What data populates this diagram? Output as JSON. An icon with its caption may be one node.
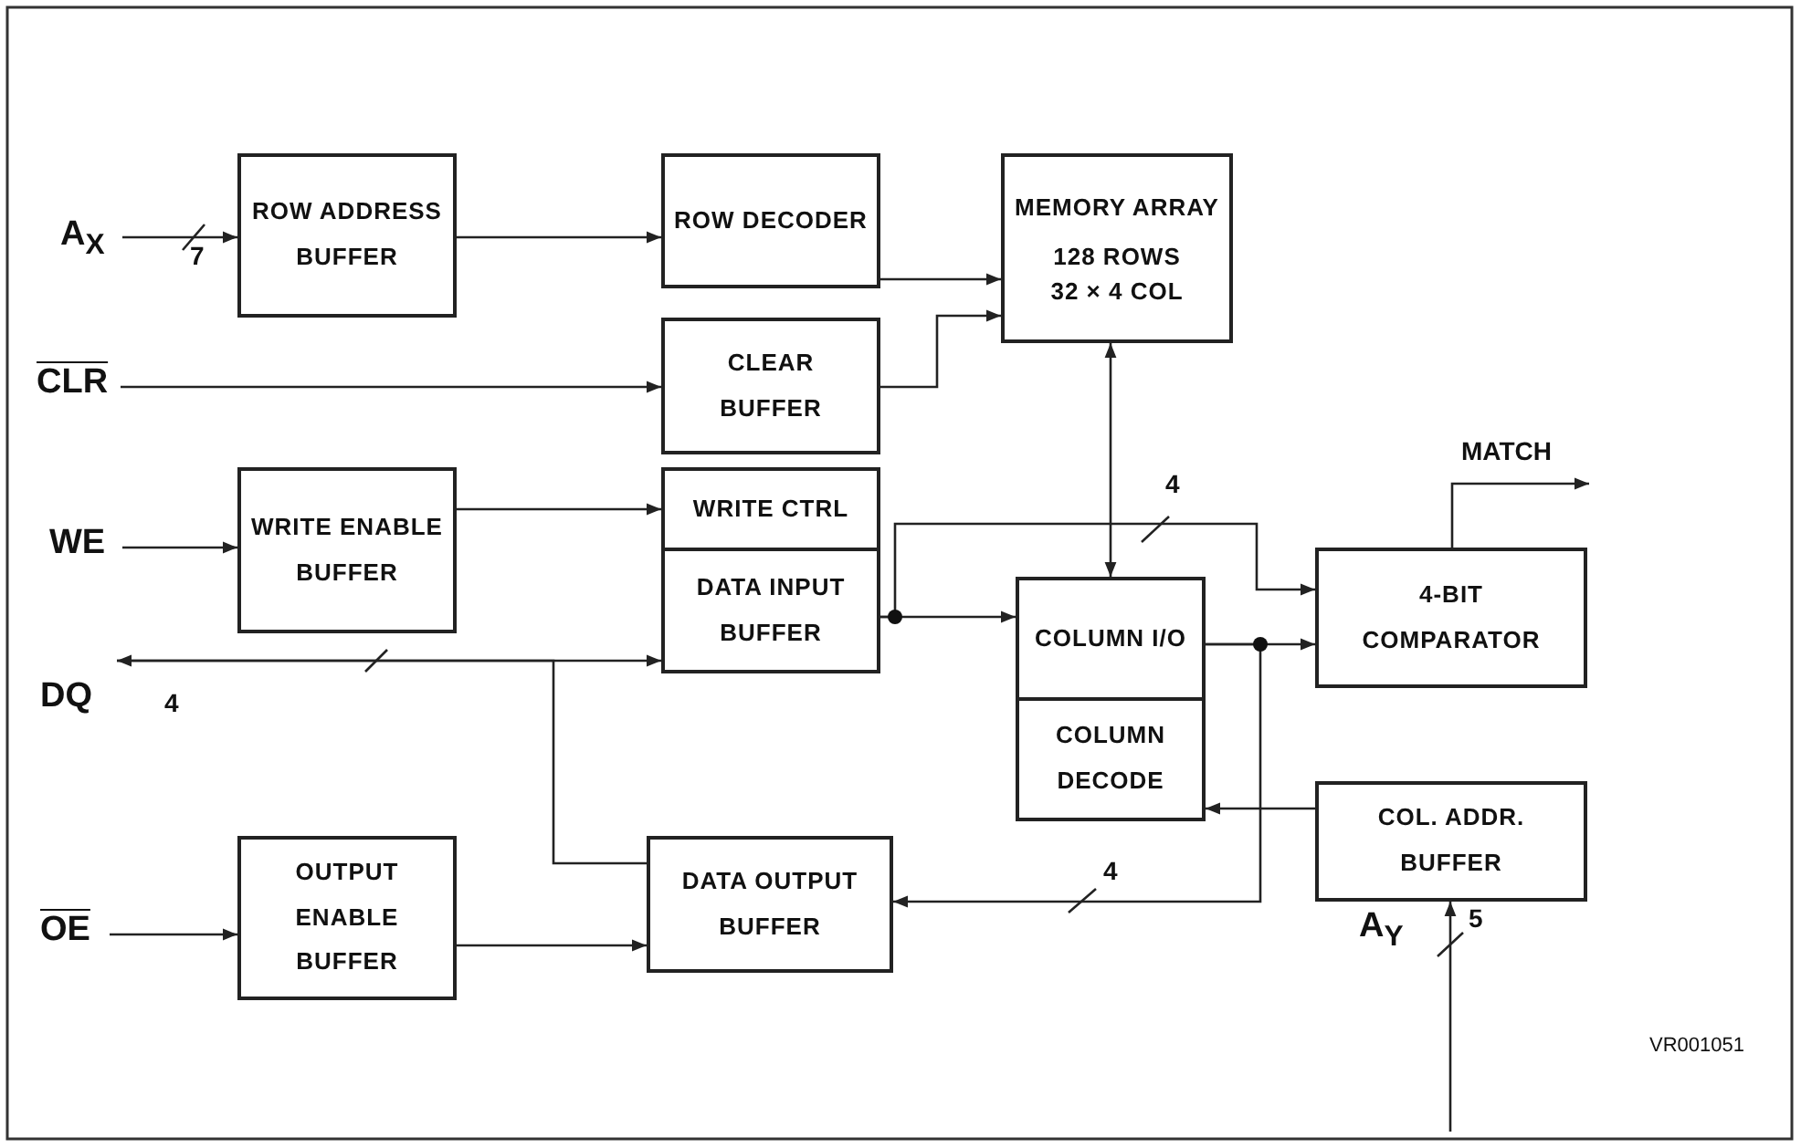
{
  "diagram": {
    "nodes": [
      {
        "text": [
          "A$_{X}$"
        ]
      },
      {
        "text": [
          "ROW ADDRESS BUFFER"
        ]
      },
      {
        "text": [
          "ROW DECODER"
        ]
      },
      {
        "text": [
          "MEMORY ARRAY",
          "128 ROWS 32 × 4 COL"
        ]
      },
      {
        "text": [
          "CLR"
        ]
      },
      {
        "text": [
          "CLEAR BUFFER"
        ]
      },
      {
        "text": [
          "WE"
        ]
      },
      {
        "text": [
          "WRITE ENABLE BUFFER"
        ]
      },
      {
        "text": [
          "WRITE CTRL"
        ]
      },
      {
        "text": [
          "DATA INPUT BUFFER"
        ]
      },
      {
        "text": [
          "DQ"
        ]
      },
      {
        "text": [
          "COLUMN I/O"
        ]
      },
      {
        "text": [
          "4-BIT COMPARATOR"
        ]
      },
      {
        "text": [
          "COLUMN DECODE"
        ]
      },
      {
        "text": [
          "COL. ADDR. BUFFER"
        ]
      },
      {
        "text": [
          "OE"
        ]
      },
      {
        "text": [
          "OUTPUT ENABLE BUFFER"
        ]
      },
      {
        "text": [
          "DATA OUTPUT BUFFER"
        ]
      }
    ],
    "edges": [
      {
        "from": 0,
        "to": 1,
        "arrow": "to"
      },
      {
        "from": 1,
        "to": 2,
        "arrow": "to"
      },
      {
        "from": 2,
        "to": 3,
        "arrow": "to"
      },
      {
        "from": 4,
        "to": 5,
        "arrow": "to"
      },
      {
        "from": 5,
        "to": 3,
        "arrow": "to"
      },
      {
        "from": 6,
        "to": 7,
        "arrow": "to"
      },
      {
        "from": 7,
        "to": 8,
        "arrow": "to"
      },
      {
        "from": 10,
        "to": 9,
        "arrow": "to"
      },
      {
        "from": 17,
        "to": 10,
        "arrow": "to"
      },
      {
        "from": 9,
        "to": 11,
        "arrow": "to"
      },
      {
        "from": 9,
        "to": 12,
        "arrow": "to"
      },
      {
        "from": 3,
        "to": 11,
        "arrow": "both"
      },
      {
        "from": 11,
        "to": 12,
        "arrow": "to"
      },
      {
        "from": 11,
        "to": 17,
        "arrow": "to"
      },
      {
        "from": 14,
        "to": 13,
        "arrow": "to"
      },
      {
        "from": null,
        "to": 14,
        "arrow": "to"
      },
      {
        "from": 15,
        "to": 16,
        "arrow": "to"
      },
      {
        "from": 16,
        "to": 17,
        "arrow": "to"
      },
      {
        "from": 12,
        "to": null,
        "arrow": "to"
      }
    ],
    "labels": [
      "7",
      "MATCH",
      "4",
      "4",
      "4",
      "A$_{Y}$",
      "5",
      "VR001051"
    ]
  }
}
